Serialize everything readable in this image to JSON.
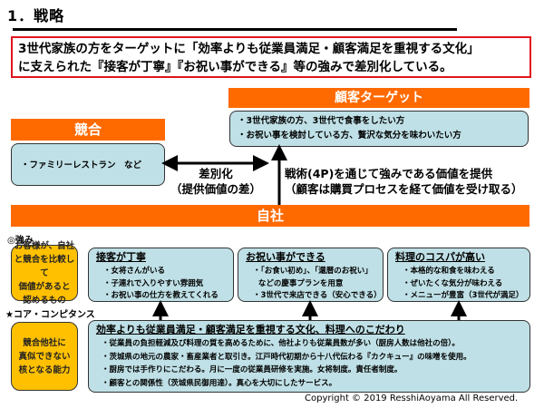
{
  "page_title": "1．戦略",
  "summary": {
    "line1": "3世代家族の方をターゲットに「効率よりも従業員満足・顧客満足を重視する文化」",
    "line2": "に支えられた『接客が丁寧』『お祝い事ができる』等の強みで差別化している。"
  },
  "target": {
    "header": "顧客ターゲット",
    "items": [
      "・3世代家族の方、3世代で食事をしたい方",
      "・お祝い事を検討している方、贅沢な気分を味わいたい方"
    ]
  },
  "competitor": {
    "header": "競合",
    "item": "・ファミリーレストラン　など"
  },
  "differentiation": {
    "line1": "差別化",
    "line2": "（提供価値の差）"
  },
  "tactics": {
    "line1": "戦術(4P)を通じて強みである価値を提供",
    "line2": "（顧客は購買プロセスを経て価値を受け取る）"
  },
  "own_company": {
    "header": "自社"
  },
  "strengths": {
    "label": "◎強み",
    "definition": [
      "お客様が、自社",
      "と競合を比較して",
      "価値があると",
      "認めるもの"
    ],
    "boxes": [
      {
        "title": "接客が丁寧",
        "items": [
          "・女将さんがいる",
          "・子連れで入りやすい雰囲気",
          "・お祝い事の仕方を教えてくれる"
        ]
      },
      {
        "title": "お祝い事ができる",
        "items": [
          "・「お食い初め」、「還暦のお祝い」",
          "  などの慶事プランを用意",
          "・3世代で来店できる（安心できる）"
        ]
      },
      {
        "title": "料理のコスパが高い",
        "items": [
          "・本格的な和食を味わえる",
          "・ぜいたくな気分が味わえる",
          "・メニューが豊富（3世代が満足）"
        ]
      }
    ]
  },
  "core_competence": {
    "label": "★コア・コンピタンス",
    "definition": [
      "競合他社に",
      "真似できない",
      "核となる能力"
    ],
    "title": "効率よりも従業員満足・顧客満足を重視する文化、料理へのこだわり",
    "items": [
      "・従業員の負担軽減及び料理の質を高めるために、他社よりも従業員数が多い（厨房人数は他社の倍）。",
      "・茨城県の地元の農家・畜産業者と取引き。江戸時代初期から十八代伝わる『カクキュー』の味噌を使用。",
      "・厨房では手作りにこだわる。月に一度の従業員研修を実施。女将制度。責任者制度。",
      "・顧客との関係性（茨城県民御用達）。真心を大切にしたサービス。"
    ]
  },
  "copyright": "Copyright © 2019 ResshiAoyama All  Reserved.",
  "colors": {
    "orange": "#ff6a00",
    "light_blue": "#bfe0e6",
    "yellow": "#ffc000",
    "red_border": "#e0141e"
  }
}
